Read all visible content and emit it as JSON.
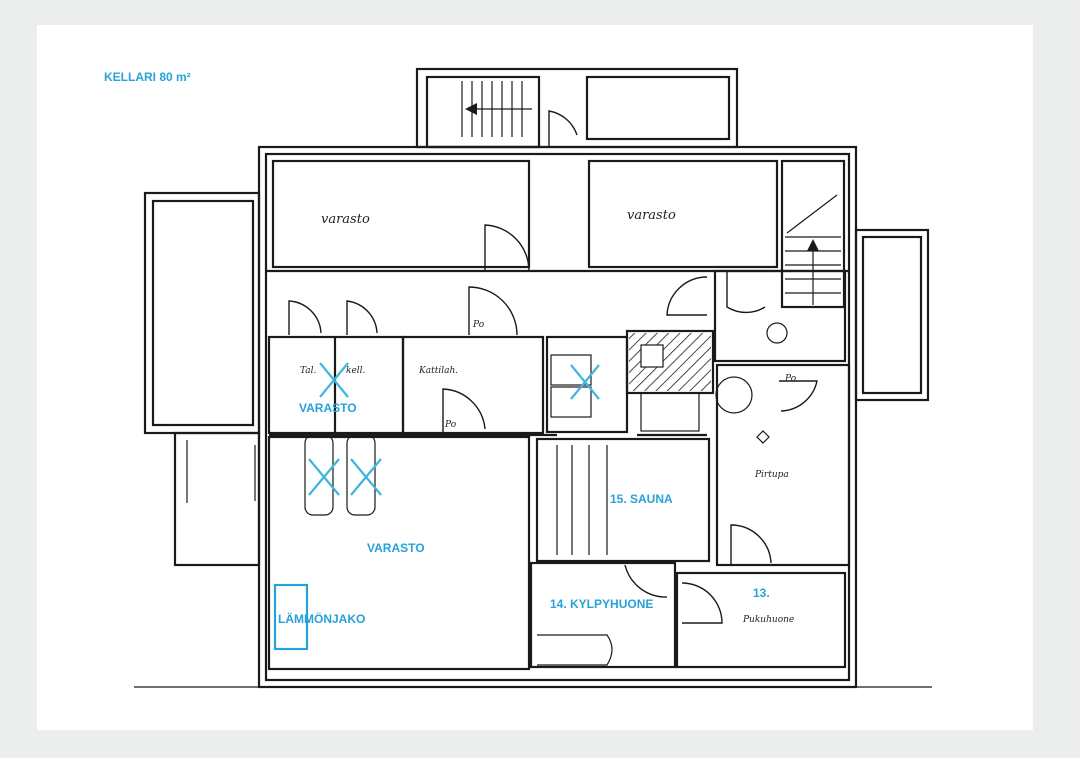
{
  "plan": {
    "title": "KELLARI 80 m²",
    "colors": {
      "blue": "#27a2d8",
      "ink": "#1a1a1a"
    },
    "rooms_blue": {
      "varasto_small": "VARASTO",
      "varasto_large": "VARASTO",
      "lammonjako": "LÄMMÖNJAKO",
      "sauna": "15. SAUNA",
      "kylpyhuone": "14. KYLPYHUONE",
      "pukuhuone_num": "13."
    },
    "rooms_hand": {
      "varasto_left": "varasto",
      "varasto_right": "varasto",
      "tal": "Tal.",
      "kell": "kell.",
      "katt": "Kattilah.",
      "po1": "Po",
      "po2": "Po",
      "po3": "Po",
      "pirtti": "Pirtupa",
      "pukuhuone": "Pukuhuone"
    }
  }
}
